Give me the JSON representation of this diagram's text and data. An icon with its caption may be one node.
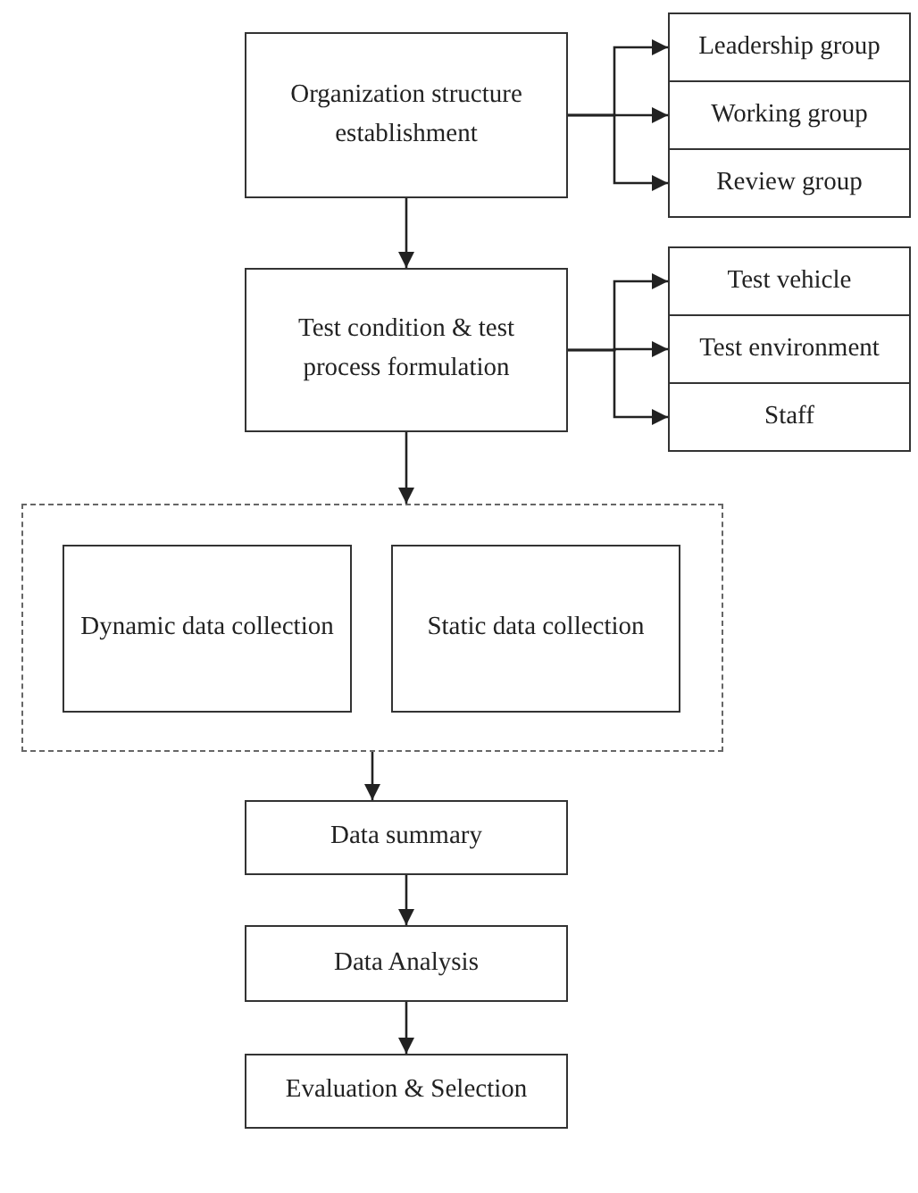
{
  "diagram": {
    "nodes": [
      {
        "text": [
          "Organization structure establishment"
        ]
      },
      {
        "text": [
          "Leadership group"
        ]
      },
      {
        "text": [
          "Working group"
        ]
      },
      {
        "text": [
          "Review group"
        ]
      },
      {
        "text": [
          "Test condition & test process formulation"
        ]
      },
      {
        "text": [
          "Test vehicle"
        ]
      },
      {
        "text": [
          "Test environment"
        ]
      },
      {
        "text": [
          "Staff"
        ]
      },
      {
        "text": [],
        "shape": "box"
      },
      {
        "text": [
          "Dynamic data collection"
        ],
        "in": 8
      },
      {
        "text": [
          "Static data collection"
        ],
        "in": 8
      },
      {
        "text": [
          "Data summary"
        ]
      },
      {
        "text": [
          "Data Analysis"
        ]
      },
      {
        "text": [
          "Evaluation & Selection"
        ]
      }
    ],
    "edges": [
      {
        "from": 0,
        "to": 1,
        "arrow": "to"
      },
      {
        "from": 0,
        "to": 2,
        "arrow": "to"
      },
      {
        "from": 0,
        "to": 3,
        "arrow": "to"
      },
      {
        "from": 0,
        "to": 4,
        "arrow": "to"
      },
      {
        "from": 4,
        "to": 5,
        "arrow": "to"
      },
      {
        "from": 4,
        "to": 6,
        "arrow": "to"
      },
      {
        "from": 4,
        "to": 7,
        "arrow": "to"
      },
      {
        "from": 4,
        "to": 8,
        "arrow": "to"
      },
      {
        "from": 8,
        "to": 11,
        "arrow": "to"
      },
      {
        "from": 11,
        "to": 12,
        "arrow": "to"
      },
      {
        "from": 12,
        "to": 13,
        "arrow": "to"
      }
    ]
  }
}
